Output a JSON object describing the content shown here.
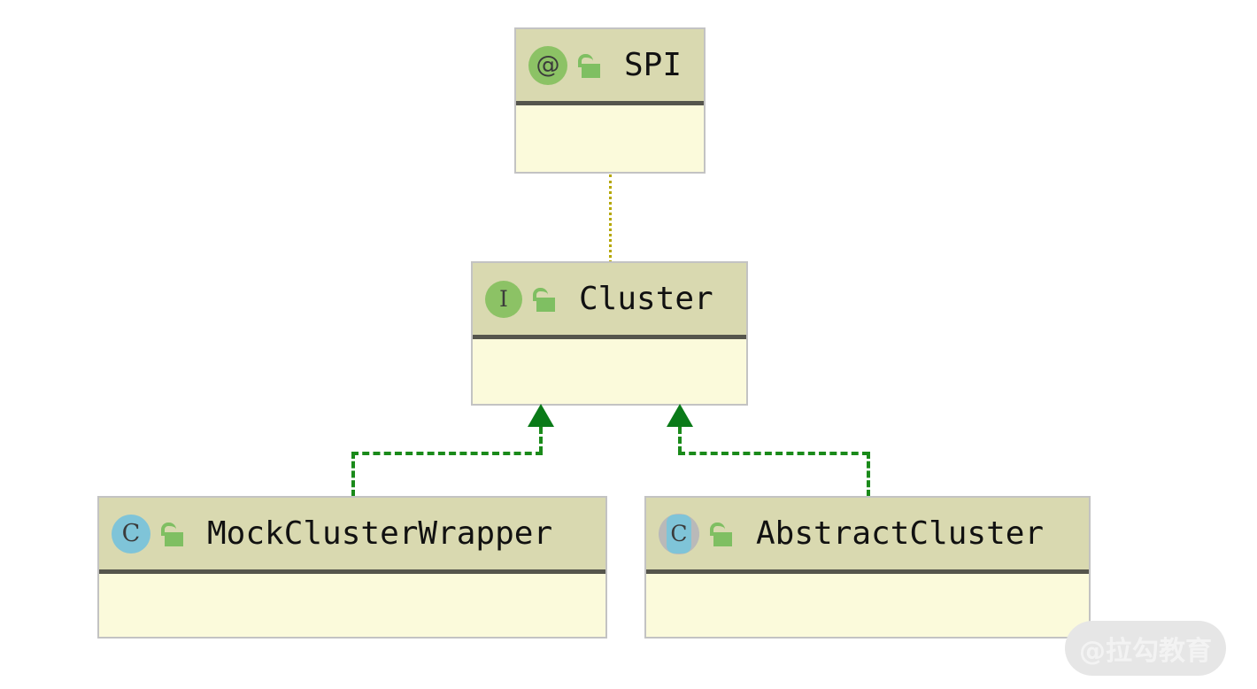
{
  "diagram": {
    "type": "uml-class-diagram",
    "background_color": "#ffffff",
    "node_header_color": "#d9d9b0",
    "node_body_color": "#fbfadb",
    "node_border_color": "#c3c3c3",
    "separator_color": "#55554c",
    "inheritance_line_color": "#1a8a1a",
    "annotation_line_color": "#b5a700",
    "annotation_icon_color": "#8cc265",
    "interface_icon_color": "#8cc265",
    "class_icon_color": "#7fc4d8",
    "abstract_ring_color": "#b9b9b9",
    "lock_color": "#7fbf62"
  },
  "nodes": [
    {
      "id": "spi",
      "title": "SPI",
      "stereotype": "annotation",
      "stereotype_glyph": "@",
      "visibility": "public",
      "visibility_icon": "unlocked-padlock-icon"
    },
    {
      "id": "cluster",
      "title": "Cluster",
      "stereotype": "interface",
      "stereotype_glyph": "I",
      "visibility": "public",
      "visibility_icon": "unlocked-padlock-icon"
    },
    {
      "id": "mockclusterwrapper",
      "title": "MockClusterWrapper",
      "stereotype": "class",
      "stereotype_glyph": "C",
      "visibility": "public",
      "visibility_icon": "unlocked-padlock-icon"
    },
    {
      "id": "abstractcluster",
      "title": "AbstractCluster",
      "stereotype": "abstract-class",
      "stereotype_glyph": "C",
      "visibility": "public",
      "visibility_icon": "unlocked-padlock-icon"
    }
  ],
  "edges": [
    {
      "id": "spi-cluster",
      "from": "cluster",
      "to": "spi",
      "style": "dotted",
      "kind": "annotation-usage",
      "color": "#b5a700"
    },
    {
      "id": "mock-cluster",
      "from": "mockclusterwrapper",
      "to": "cluster",
      "style": "dashed",
      "kind": "realization",
      "arrowhead": "triangle-filled",
      "color": "#1a8a1a"
    },
    {
      "id": "abstract-cluster",
      "from": "abstractcluster",
      "to": "cluster",
      "style": "dashed",
      "kind": "realization",
      "arrowhead": "triangle-filled",
      "color": "#1a8a1a"
    }
  ],
  "watermark": {
    "text": "@拉勾教育"
  }
}
